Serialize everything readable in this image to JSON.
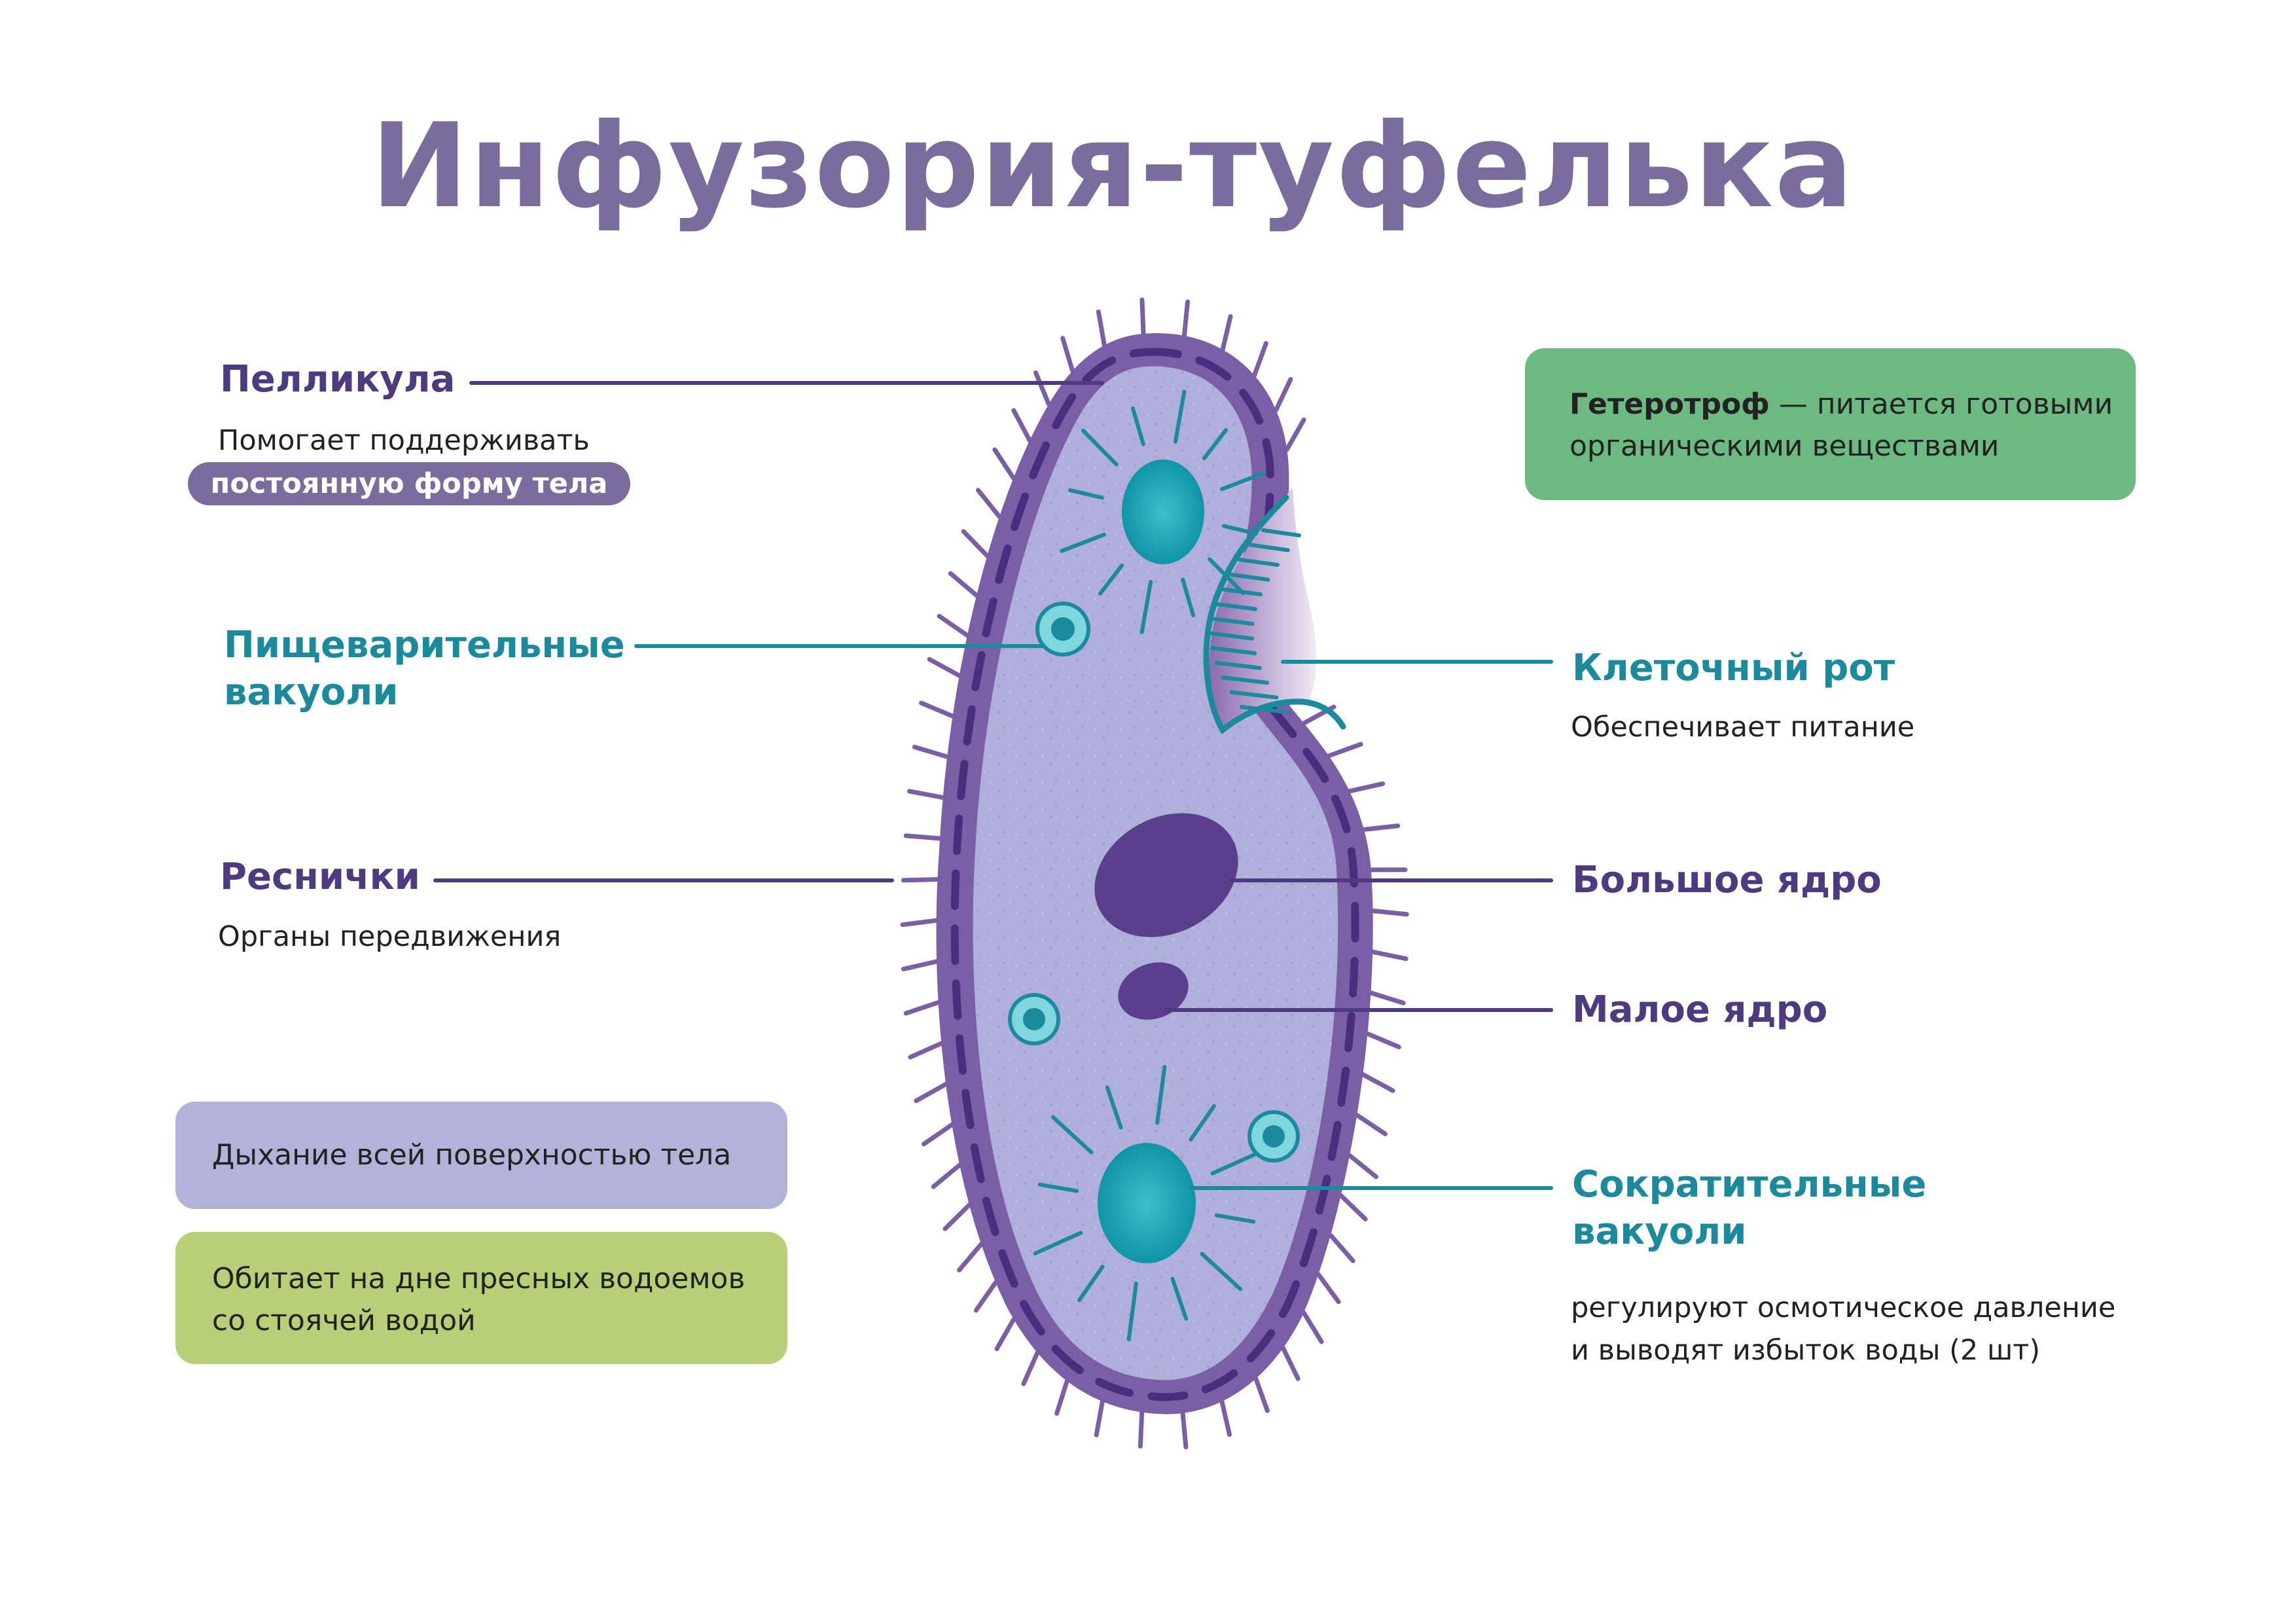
{
  "title": "Инфузория-туфелька",
  "labels": {
    "pellicle": {
      "title": "Пелликула",
      "desc": "Помогает поддерживать",
      "highlight": "постоянную форму тела"
    },
    "digestive": {
      "title_line1": "Пищеварительные",
      "title_line2": "вакуоли"
    },
    "cilia": {
      "title": "Реснички",
      "desc": "Органы передвижения"
    },
    "mouth": {
      "title": "Клеточный рот",
      "desc": "Обеспечивает питание"
    },
    "macronucleus": {
      "title": "Большое ядро"
    },
    "micronucleus": {
      "title": "Малое ядро"
    },
    "contractile": {
      "title_line1": "Сократительные",
      "title_line2": "вакуоли",
      "desc_line1": "регулируют осмотическое давление",
      "desc_line2": "и выводят избыток воды (2 шт)"
    }
  },
  "boxes": {
    "heterotroph": {
      "bold": "Гетеротроф",
      "text_line1": " — питается готовыми",
      "text_line2": "органическими веществами"
    },
    "breathing": {
      "text": "Дыхание всей поверхностью тела"
    },
    "habitat": {
      "text_line1": "Обитает на дне пресных водоемов",
      "text_line2": "со стоячей водой"
    }
  },
  "colors": {
    "title": "#7b6c9e",
    "purple_label": "#4e3a80",
    "teal_label": "#1a8a9c",
    "membrane": "#7a5fa6",
    "cytoplasm": "#b0aedb",
    "nucleus": "#5a3f8c",
    "vacuole": "#16a0b0",
    "box_green": "#6cba82",
    "box_lavender": "#b3b3d9",
    "box_lime": "#b8cf78"
  }
}
